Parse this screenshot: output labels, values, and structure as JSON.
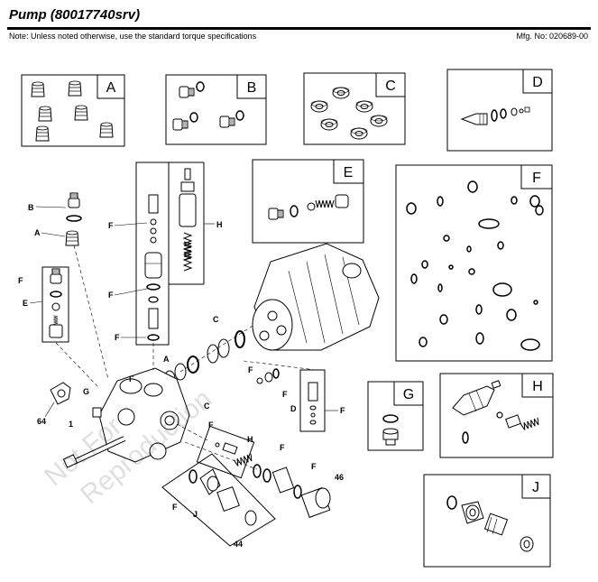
{
  "header": {
    "title": "Pump (80017740srv)",
    "note": "Note: Unless noted otherwise, use the standard torque specifications",
    "mfg_no": "Mfg. No: 020689-00"
  },
  "kit_boxes": {
    "A": "A",
    "B": "B",
    "C": "C",
    "D": "D",
    "E": "E",
    "F": "F",
    "G": "G",
    "H": "H",
    "J": "J"
  },
  "callouts": {
    "B": "B",
    "A": "A",
    "F": "F",
    "E": "E",
    "H": "H",
    "C": "C",
    "G": "G",
    "D": "D",
    "J": "J",
    "n64": "64",
    "n1": "1",
    "n44": "44",
    "n46": "46"
  },
  "watermark": {
    "line1": "Not For",
    "line2": "Reproduction"
  }
}
